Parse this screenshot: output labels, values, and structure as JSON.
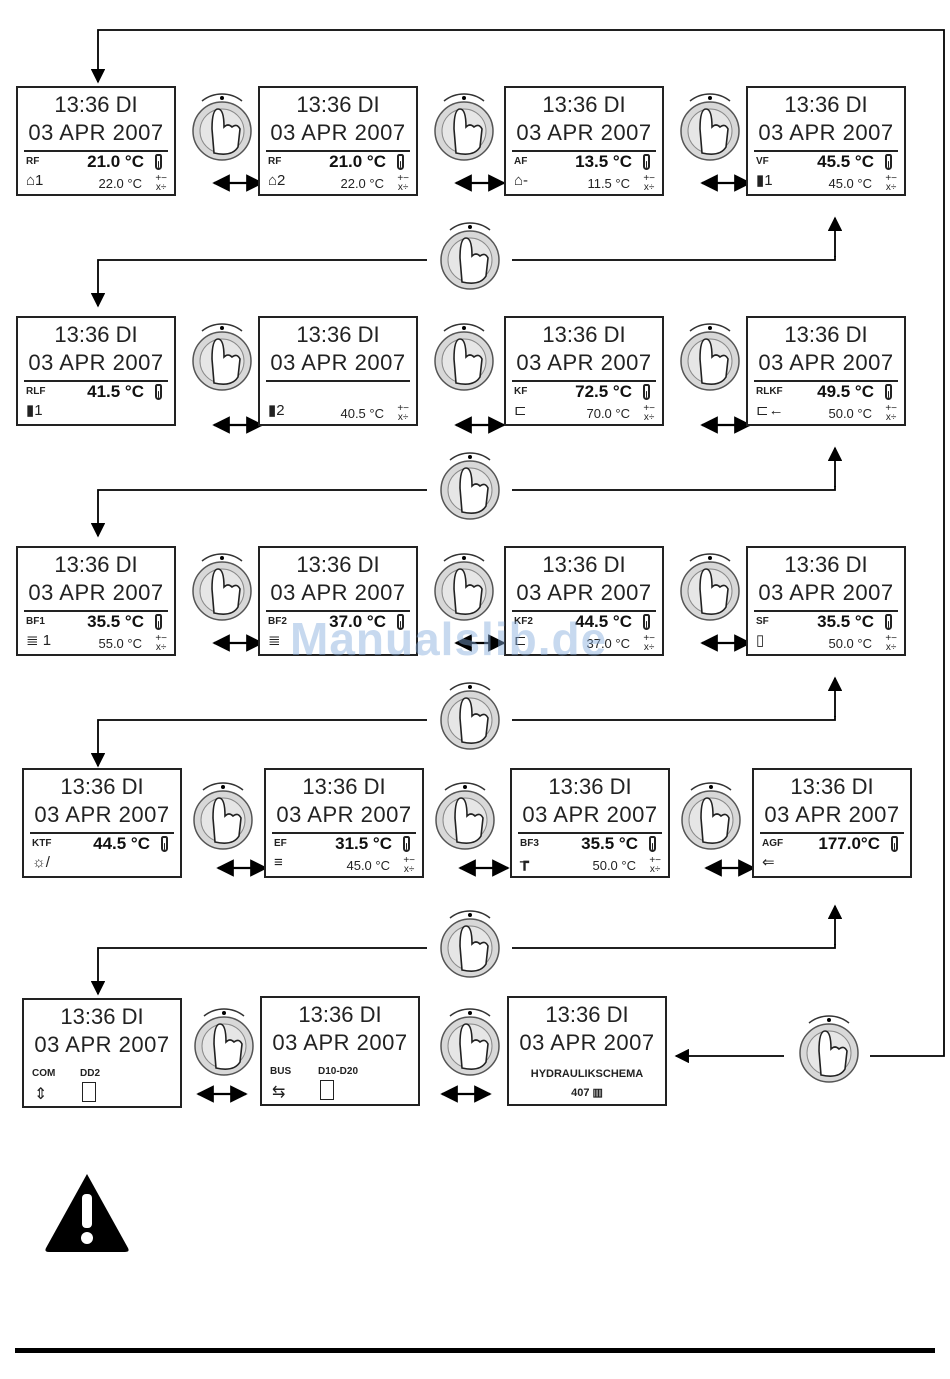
{
  "screens": [
    {
      "time": "13:36 DI",
      "date": "03  APR  2007",
      "label": "RF",
      "value": "21.0 °C",
      "setpoint": "22.0  °C",
      "icon": "house-1-icon",
      "glyph": "⌂1"
    },
    {
      "time": "13:36 DI",
      "date": "03  APR  2007",
      "label": "RF",
      "value": "21.0 °C",
      "setpoint": "22.0  °C",
      "icon": "house-2-icon",
      "glyph": "⌂2"
    },
    {
      "time": "13:36 DI",
      "date": "03  APR  2007",
      "label": "AF",
      "value": "13.5 °C",
      "setpoint": "11.5  °C",
      "icon": "outdoor-house-icon",
      "glyph": "⌂-"
    },
    {
      "time": "13:36 DI",
      "date": "03  APR  2007",
      "label": "VF",
      "value": "45.5 °C",
      "setpoint": "45.0  °C",
      "icon": "flow-1-icon",
      "glyph": "▮1"
    },
    {
      "time": "13:36 DI",
      "date": "03  APR  2007",
      "label": "RLF",
      "value": "41.5 °C",
      "setpoint": "",
      "icon": "return-1-icon",
      "glyph": "▮1"
    },
    {
      "time": "13:36 DI",
      "date": "03  APR  2007",
      "label": "",
      "value": "",
      "setpoint": "40.5  °C",
      "icon": "return-2-icon",
      "glyph": "▮2"
    },
    {
      "time": "13:36 DI",
      "date": "03  APR  2007",
      "label": "KF",
      "value": "72.5 °C",
      "setpoint": "70.0  °C",
      "icon": "boiler-icon",
      "glyph": "⊏"
    },
    {
      "time": "13:36 DI",
      "date": "03  APR  2007",
      "label": "RLKF",
      "value": "49.5 °C",
      "setpoint": "50.0  °C",
      "icon": "boiler-return-icon",
      "glyph": "⊏←"
    },
    {
      "time": "13:36 DI",
      "date": "03  APR  2007",
      "label": "BF1",
      "value": "35.5 °C",
      "setpoint": "55.0  °C",
      "icon": "tank-1-icon",
      "glyph": "≣ 1"
    },
    {
      "time": "13:36 DI",
      "date": "03  APR  2007",
      "label": "BF2",
      "value": "37.0 °C",
      "setpoint": "",
      "icon": "tank-2-icon",
      "glyph": "≣"
    },
    {
      "time": "13:36 DI",
      "date": "03  APR  2007",
      "label": "KF2",
      "value": "44.5 °C",
      "setpoint": "37.0  °C",
      "icon": "boiler-2-icon",
      "glyph": "⊏"
    },
    {
      "time": "13:36 DI",
      "date": "03  APR  2007",
      "label": "SF",
      "value": "35.5 °C",
      "setpoint": "50.0  °C",
      "icon": "storage-icon",
      "glyph": "▯"
    },
    {
      "time": "13:36 DI",
      "date": "03  APR  2007",
      "label": "KTF",
      "value": "44.5 °C",
      "setpoint": "",
      "icon": "solar-collector-icon",
      "glyph": "☼/"
    },
    {
      "time": "13:36 DI",
      "date": "03  APR  2007",
      "label": "EF",
      "value": "31.5 °C",
      "setpoint": "45.0  °C",
      "icon": "radiator-icon",
      "glyph": "≡"
    },
    {
      "time": "13:36 DI",
      "date": "03  APR  2007",
      "label": "BF3",
      "value": "35.5 °C",
      "setpoint": "50.0  °C",
      "icon": "tap-icon",
      "glyph": "┲"
    },
    {
      "time": "13:36 DI",
      "date": "03  APR  2007",
      "label": "AGF",
      "value": "177.0°C",
      "setpoint": "",
      "icon": "exhaust-icon",
      "glyph": "⇐"
    }
  ],
  "info_screens": [
    {
      "time": "13:36 DI",
      "date": "03  APR  2007",
      "label1": "COM",
      "label2": "DD2"
    },
    {
      "time": "13:36 DI",
      "date": "03  APR  2007",
      "label1": "BUS",
      "label2": "D10-D20"
    },
    {
      "time": "13:36 DI",
      "date": "03  APR  2007",
      "line1": "HYDRAULIKSCHEMA",
      "line2": "407"
    }
  ],
  "ops_symbol": "+−\nx÷",
  "watermark": "Manualslib.de",
  "colors": {
    "line": "#000000",
    "lcd_border": "#222222",
    "knob_fill": "#d8d8d8"
  }
}
